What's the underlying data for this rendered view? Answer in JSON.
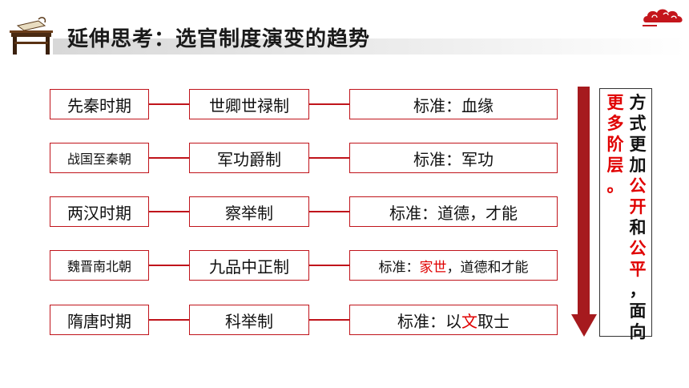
{
  "header": {
    "title": "延伸思考：选官制度演变的趋势"
  },
  "rows": [
    {
      "period": "先秦时期",
      "system": "世卿世禄制",
      "standard": [
        "标准：血缘"
      ]
    },
    {
      "period": "战国至秦朝",
      "system": "军功爵制",
      "standard": [
        "标准：军功"
      ]
    },
    {
      "period": "两汉时期",
      "system": "察举制",
      "standard": [
        "标准：道德，才能"
      ]
    },
    {
      "period": "魏晋南北朝",
      "system": "九品中正制",
      "standard": [
        "标准：",
        "家世",
        "，道德和才能"
      ]
    },
    {
      "period": "隋唐时期",
      "system": "科举制",
      "standard": [
        "标准：以",
        "文",
        "取士"
      ]
    }
  ],
  "conclusion": {
    "right_column": [
      "方",
      "式",
      "更",
      "加",
      "公",
      "开",
      "和",
      "公",
      "平",
      "，",
      "面",
      "向"
    ],
    "left_column": [
      "更",
      "多",
      "阶",
      "层",
      "。"
    ],
    "highlight_color": "#e00000"
  },
  "colors": {
    "box_border": "#c0141b",
    "arrow": "#a61a1e"
  }
}
